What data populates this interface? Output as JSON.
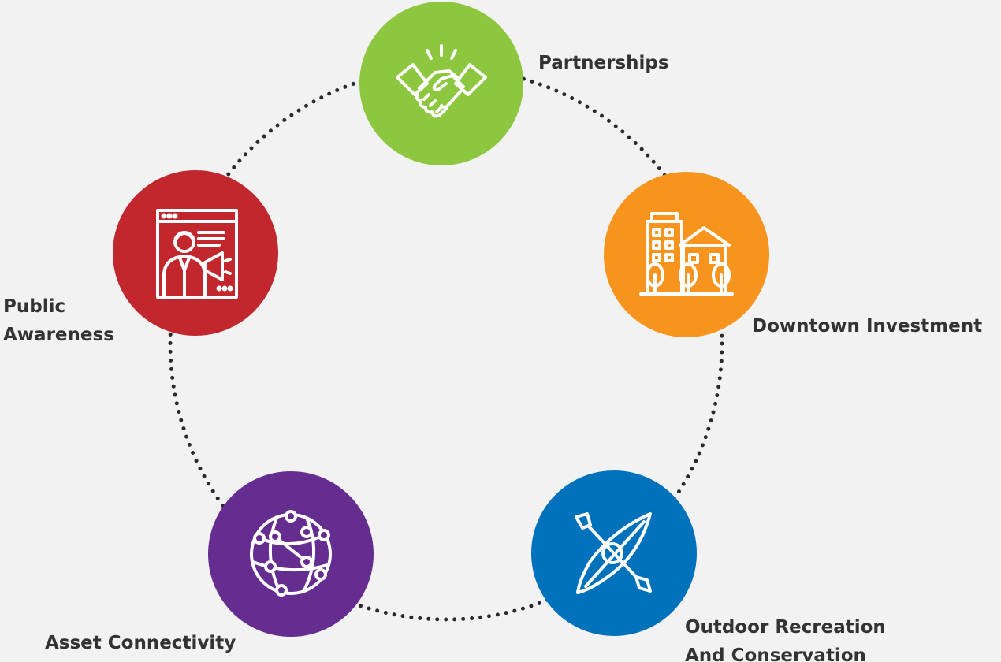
{
  "diagram": {
    "nodes": [
      {
        "id": "partnerships",
        "lines": [
          "Partnerships"
        ],
        "color": "#8dc63f",
        "icon": "handshake-icon"
      },
      {
        "id": "downtown",
        "lines": [
          "Downtown Investment"
        ],
        "color": "#f7941d",
        "icon": "buildings-icon"
      },
      {
        "id": "outdoor",
        "lines": [
          "Outdoor Recreation",
          "And Conservation"
        ],
        "color": "#0072bc",
        "icon": "kayak-icon"
      },
      {
        "id": "asset",
        "lines": [
          "Asset Connectivity"
        ],
        "color": "#662d91",
        "icon": "network-globe-icon"
      },
      {
        "id": "public",
        "lines": [
          "Public",
          "Awareness"
        ],
        "color": "#c1272d",
        "icon": "presenter-megaphone-icon"
      }
    ]
  }
}
